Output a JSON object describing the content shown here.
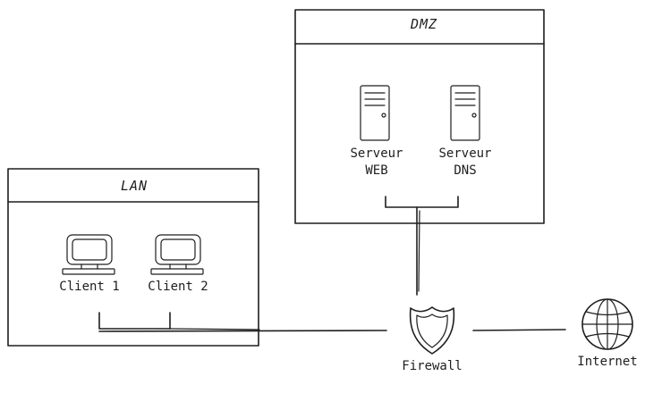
{
  "zones": {
    "dmz": {
      "title": "DMZ"
    },
    "lan": {
      "title": "LAN"
    }
  },
  "nodes": {
    "web_server": {
      "label_line1": "Serveur",
      "label_line2": "WEB",
      "icon": "server-icon"
    },
    "dns_server": {
      "label_line1": "Serveur",
      "label_line2": "DNS",
      "icon": "server-icon"
    },
    "client1": {
      "label": "Client 1",
      "icon": "computer-icon"
    },
    "client2": {
      "label": "Client 2",
      "icon": "computer-icon"
    },
    "firewall": {
      "label": "Firewall",
      "icon": "shield-icon"
    },
    "internet": {
      "label": "Internet",
      "icon": "globe-icon"
    }
  },
  "colors": {
    "stroke": "#1e1e1e",
    "background": "#ffffff"
  }
}
